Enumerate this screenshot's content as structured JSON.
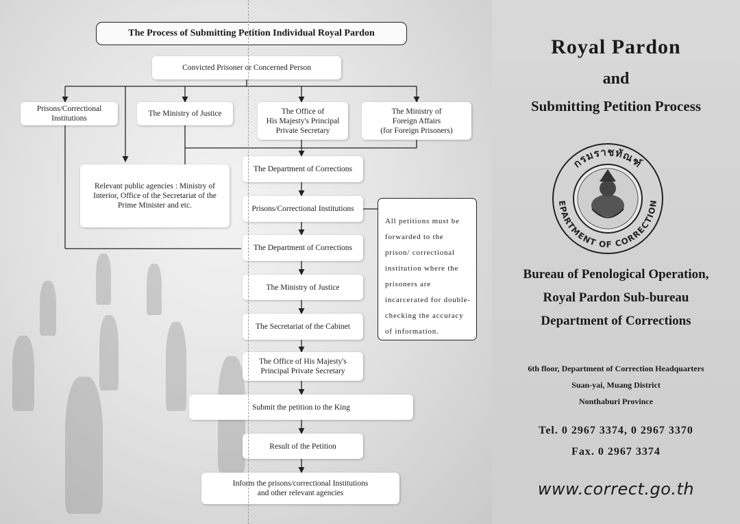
{
  "flowchart": {
    "title": "The Process of Submitting Petition Individual Royal Pardon",
    "nodes": {
      "start": "Convicted Prisoner or Concerned Person",
      "prisons1": "Prisons/Correctional\nInstitutions",
      "moj1": "The Ministry of  Justice",
      "office1": "The Office of\nHis Majesty's Principal\nPrivate Secretary",
      "foreign": "The Ministry of\nForeign Affairs\n(for Foreign Prisoners)",
      "agencies": "Relevant public agencies : Ministry of\nInterior, Office of the Secretariat of the\nPrime Minister and etc.",
      "doc1": "The Department of Corrections",
      "prisons2": "Prisons/Correctional Institutions",
      "doc2": "The Department of Corrections",
      "moj2": "The Ministry of Justice",
      "cabinet": "The Secretariat of the Cabinet",
      "office2": "The Office of His Majesty's\nPrincipal Private Secretary",
      "king": "Submit the petition to the King",
      "result": "Result of the Petition",
      "inform": "Inform the prisons/correctional Institutions\nand other relevant agencies"
    },
    "note": "All petitions must be forwarded to the prison/ correctional institution where the prisoners are incarcerated for double-checking the accuracy of information."
  },
  "brochure": {
    "title_line1": "Royal Pardon",
    "title_line2": "and",
    "title_line3": "Submitting Petition Process",
    "seal": {
      "text_top": "กรมราชทัณฑ์",
      "text_bottom": "DEPARTMENT OF CORRECTIONS"
    },
    "org_line1": "Bureau of Penological Operation,",
    "org_line2": "Royal Pardon Sub-bureau",
    "org_line3": "Department of Corrections",
    "address_line1": "6th floor, Department of Correction Headquarters",
    "address_line2": "Suan-yai, Muang District",
    "address_line3": "Nonthaburi Province",
    "tel": "Tel. 0 2967 3374, 0 2967 3370",
    "fax": "Fax. 0 2967 3374",
    "website": "www.correct.go.th"
  }
}
